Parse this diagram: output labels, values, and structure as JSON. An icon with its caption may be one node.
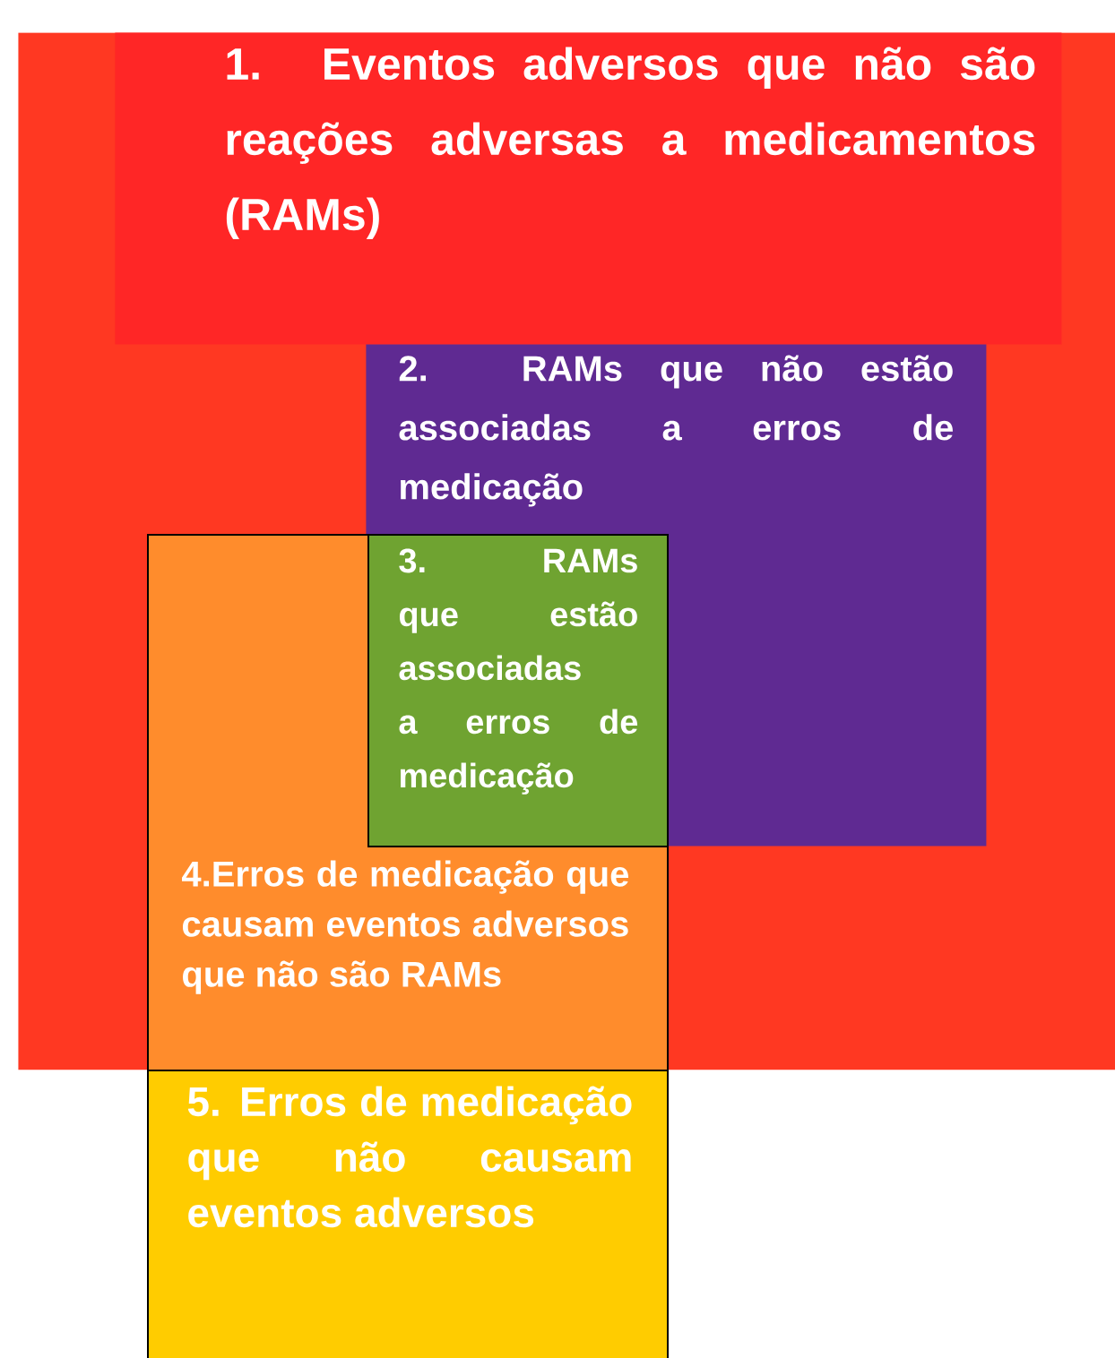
{
  "diagram": {
    "nodes": [
      {
        "text": [],
        "shape": "box"
      },
      {
        "text": [
          "1. Eventos adversos que não são reações adversas a medicamentos (RAMs)"
        ],
        "in": 0
      },
      {
        "text": [
          "2. RAMs que não estão associadas a erros de medicação"
        ],
        "in": 0
      },
      {
        "text": [
          "3. RAMs que estão associadas a erros de medicação"
        ]
      },
      {
        "text": [
          "4.Erros de medicação que causam eventos adversos que não são RAMs"
        ],
        "in": 0
      },
      {
        "text": [
          "5. Erros de medicação que não causam eventos adversos"
        ]
      }
    ]
  }
}
